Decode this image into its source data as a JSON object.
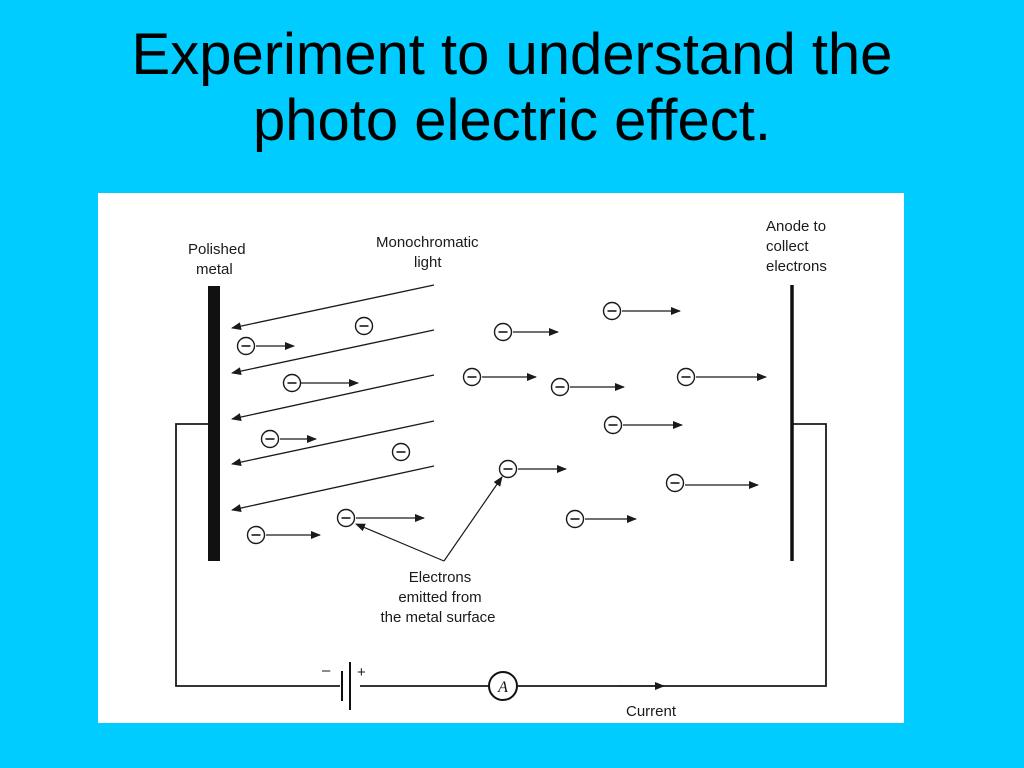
{
  "slide": {
    "title_line1": "Experiment to understand the",
    "title_line2": "photo electric effect.",
    "background_color": "#00CCFF"
  },
  "diagram": {
    "labels": {
      "polished_metal_line1": "Polished",
      "polished_metal_line2": "metal",
      "light_line1": "Monochromatic",
      "light_line2": "light",
      "anode_line1": "Anode to",
      "anode_line2": "collect",
      "anode_line3": "electrons",
      "electrons_line1": "Electrons",
      "electrons_line2": "emitted from",
      "electrons_line3": "the metal surface",
      "battery_minus": "–",
      "battery_plus": "+",
      "ammeter": "A",
      "current": "Current"
    },
    "electron_symbol": "⊖"
  }
}
